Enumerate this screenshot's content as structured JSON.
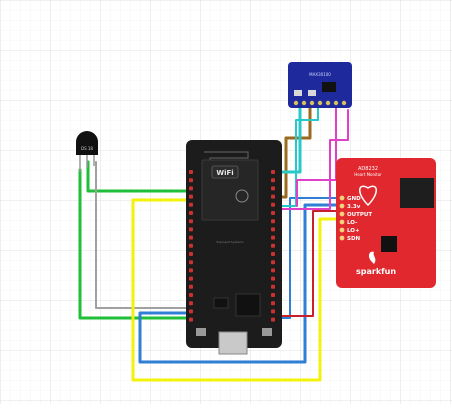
{
  "colors": {
    "wire_green": "#1fbf3a",
    "wire_yellow": "#f2f20a",
    "wire_blue": "#2f7fd6",
    "wire_gray": "#a0a0a0",
    "wire_brown": "#9b6a1e",
    "wire_teal": "#27c8c8",
    "wire_magenta": "#e040c8",
    "wire_red": "#c8202a",
    "esp_board": "#1c1c1c",
    "ad_board": "#e0282e",
    "sensor_board": "#1e2a9c"
  },
  "esp32": {
    "wifi_label": "WiFi",
    "board_text": "Espressif Systems"
  },
  "temp_sensor": {
    "text": "DS 18"
  },
  "max_board": {
    "text": "MAX30100"
  },
  "ad8232": {
    "title": "AD8232",
    "subtitle": "Heart Monitor",
    "pins": [
      "GND",
      "3.3v",
      "OUTPUT",
      "LO-",
      "LO+",
      "SDN"
    ],
    "brand": "sparkfun"
  }
}
